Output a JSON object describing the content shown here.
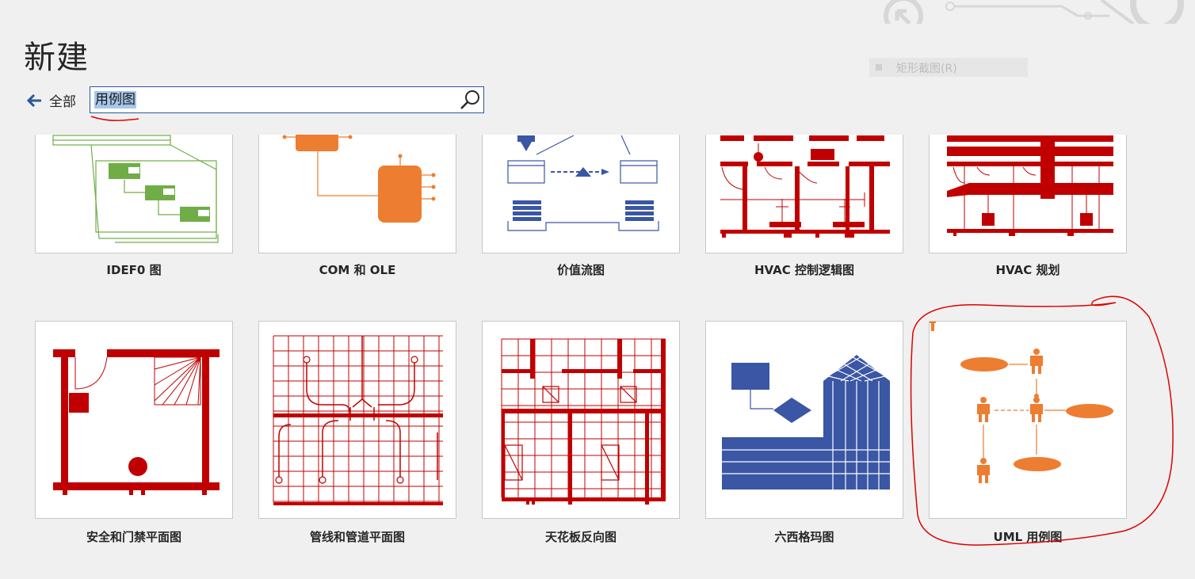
{
  "page_title": "新建",
  "back_label": "全部",
  "search": {
    "value": "用例图"
  },
  "snip_label": "矩形截图(R)",
  "templates_row1": [
    "IDEF0 图",
    "COM 和 OLE",
    "价值流图",
    "HVAC 控制逻辑图",
    "HVAC 规划"
  ],
  "templates_row2": [
    "安全和门禁平面图",
    "管线和管道平面图",
    "天花板反向图",
    "六西格玛图",
    "UML 用例图"
  ],
  "colors": {
    "accent": "#2b579a",
    "red": "#c00000",
    "orange": "#ed7d31",
    "green": "#70ad47",
    "blue": "#3a56a4",
    "annotation": "#e00000"
  }
}
